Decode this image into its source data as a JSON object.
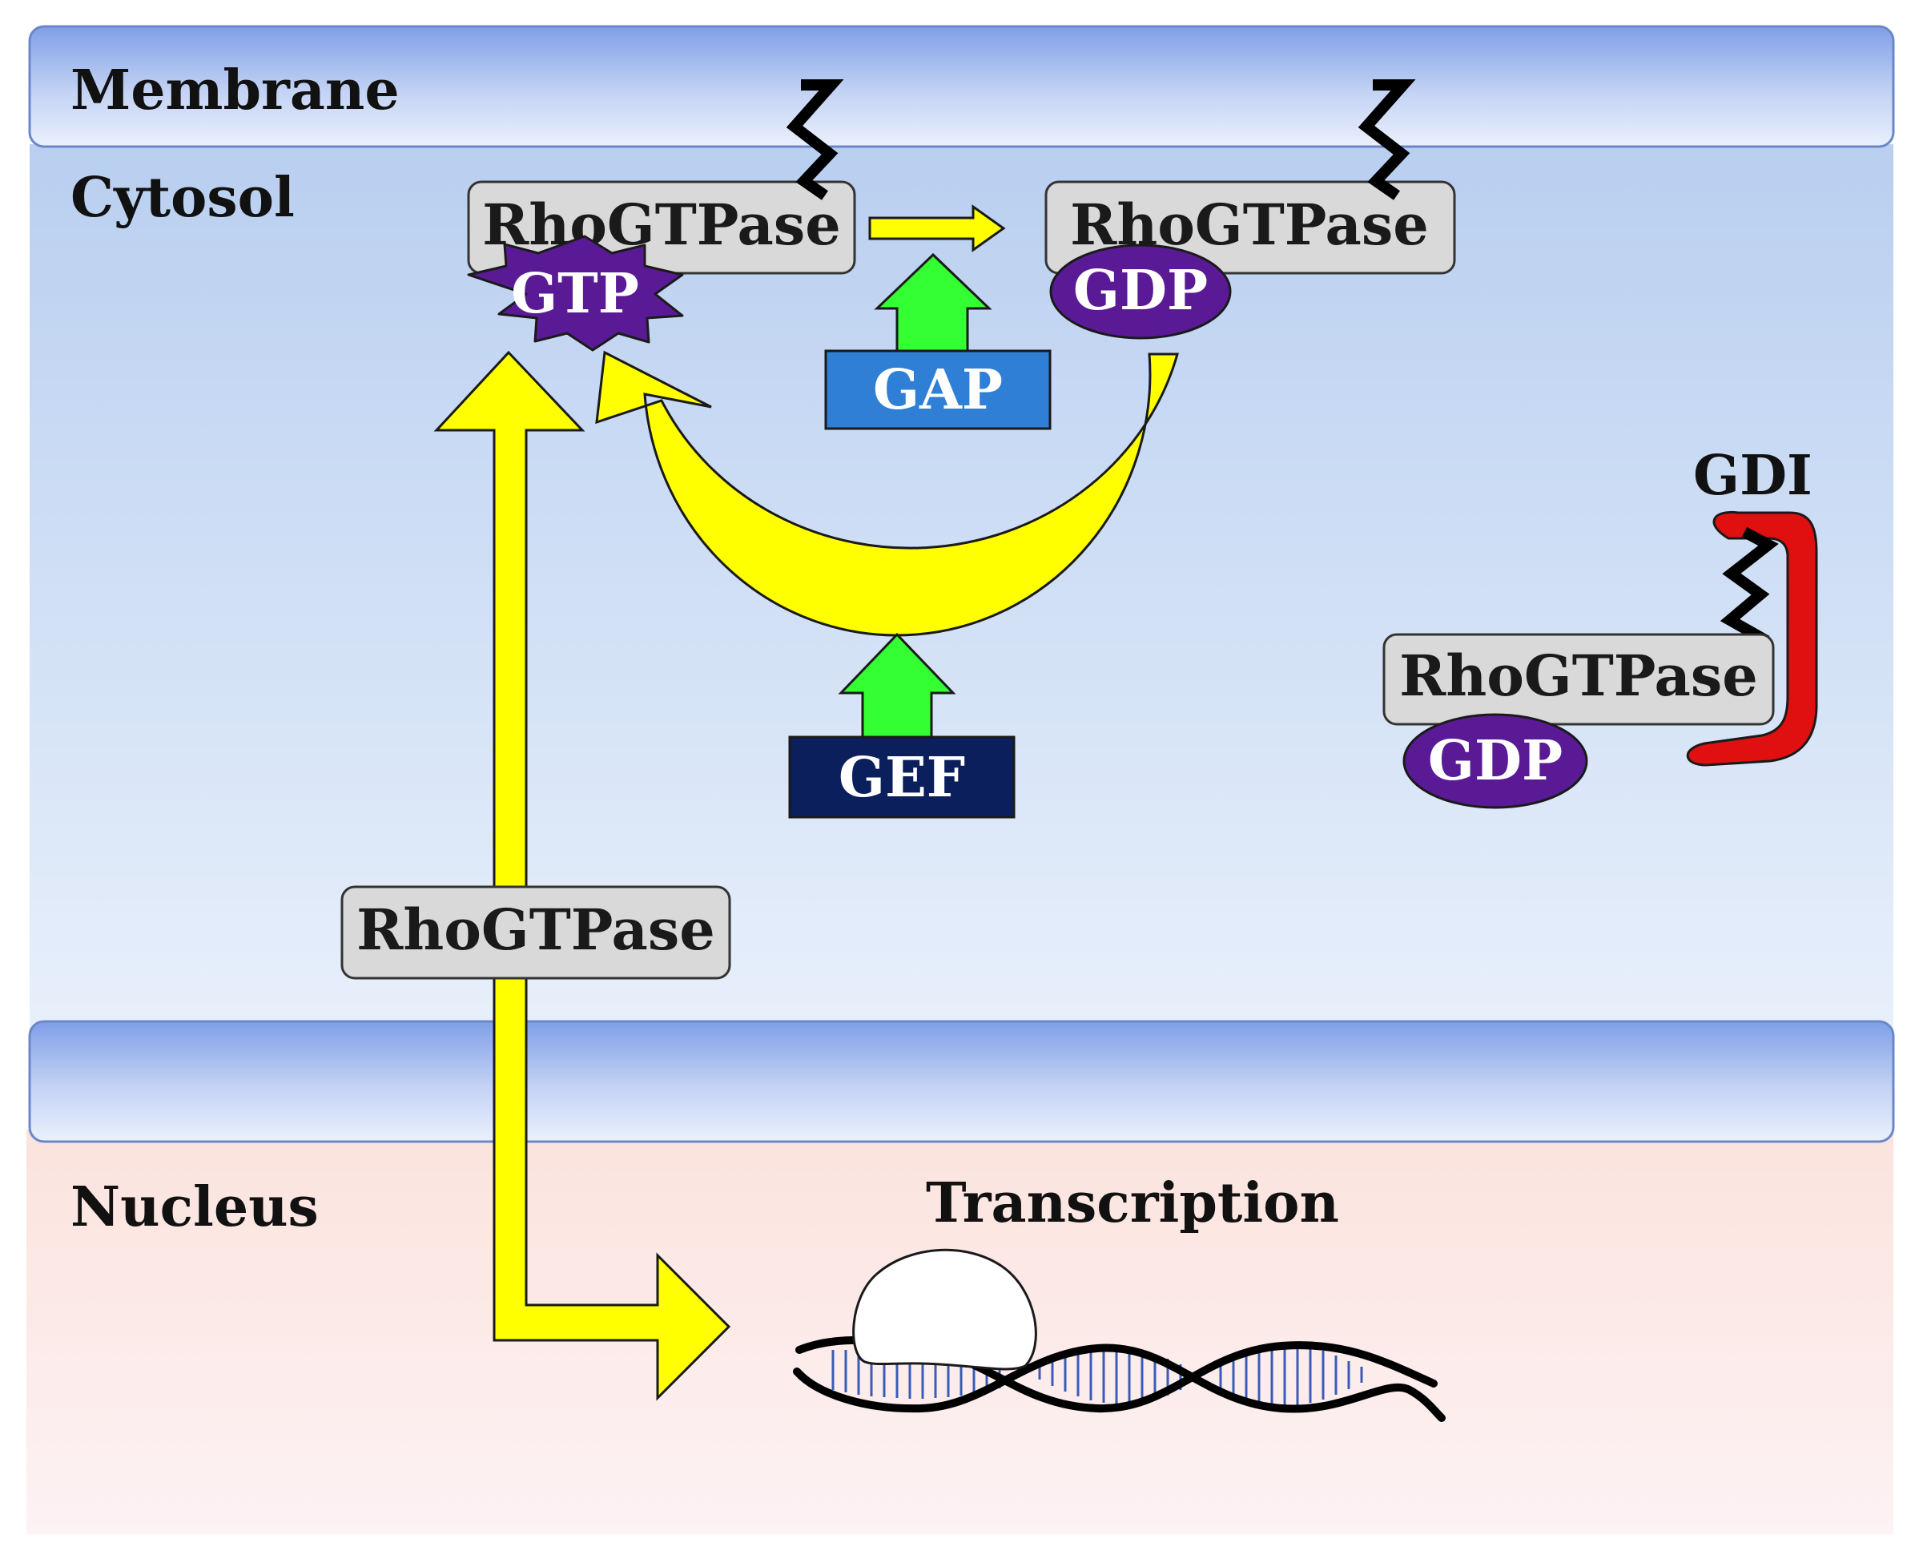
{
  "regions": {
    "membrane": "Membrane",
    "cytosol": "Cytosol",
    "nucleus": "Nucleus"
  },
  "proteins": {
    "rho_active": "RhoGTPase",
    "rho_inactive": "RhoGTPase",
    "rho_gdi_bound": "RhoGTPase",
    "rho_translocating": "RhoGTPase"
  },
  "nucleotides": {
    "gtp": "GTP",
    "gdp_main": "GDP",
    "gdp_gdi": "GDP"
  },
  "regulators": {
    "gap": "GAP",
    "gef": "GEF",
    "gdi": "GDI"
  },
  "nucleus_process": {
    "transcription": "Transcription"
  },
  "colors": {
    "membrane_blue": "#7f9fe8",
    "cytosol_top": "#b9cff0",
    "cytosol_bottom": "#e8f0fb",
    "nucleus_top": "#fbe3dd",
    "nucleus_bottom": "#fdf2f4",
    "protein_box": "#d9d9d9",
    "nucleotide_purple": "#5a1a96",
    "arrow_yellow": "#ffff00",
    "activator_green": "#33ff33",
    "gap_blue": "#2f7fd6",
    "gef_navy": "#0a1f5c",
    "gdi_red": "#e01010",
    "dna_blue": "#3a5cb8"
  },
  "icons": [
    "lipid-anchor-icon",
    "dna-helix-icon",
    "polymerase-icon"
  ]
}
